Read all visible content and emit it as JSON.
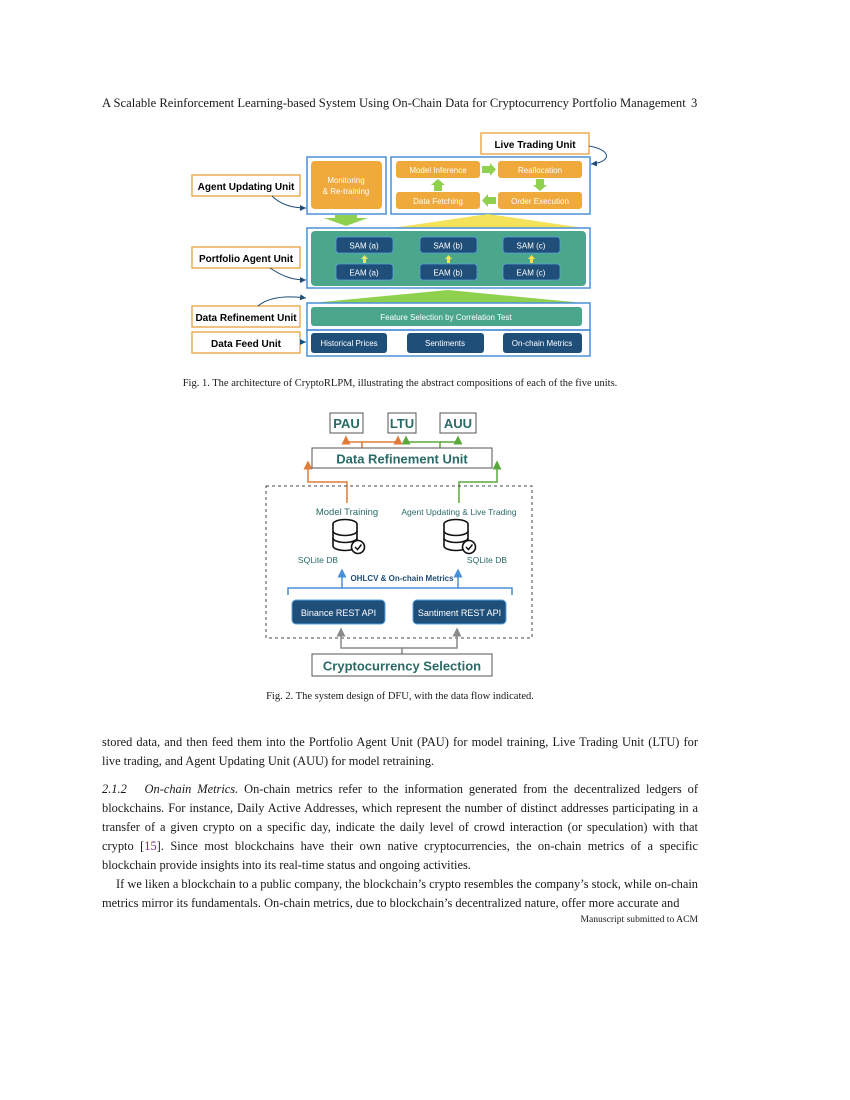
{
  "header": {
    "title": "A Scalable Reinforcement Learning-based System Using On-Chain Data for Cryptocurrency Portfolio Management",
    "page_number": "3"
  },
  "fig1": {
    "live_trading_unit": "Live Trading Unit",
    "agent_updating_unit": "Agent Updating Unit",
    "portfolio_agent_unit": "Portfolio Agent Unit",
    "data_refinement_unit": "Data Refinement Unit",
    "data_feed_unit": "Data Feed Unit",
    "monitoring_line1": "Monitoring",
    "monitoring_line2": "& Re-training",
    "model_inference": "Model Inference",
    "reallocation": "Reallocation",
    "data_fetching": "Data Fetching",
    "order_execution": "Order Execution",
    "sam_a": "SAM (a)",
    "sam_b": "SAM (b)",
    "sam_c": "SAM (c)",
    "eam_a": "EAM (a)",
    "eam_b": "EAM (b)",
    "eam_c": "EAM (c)",
    "feature_selection": "Feature Selection by Correlation Test",
    "historical_prices": "Historical Prices",
    "sentiments": "Sentiments",
    "onchain_metrics": "On-chain Metrics",
    "caption": "Fig. 1.  The architecture of CryptoRLPM, illustrating the abstract compositions of each of the five units."
  },
  "fig2": {
    "pau": "PAU",
    "ltu": "LTU",
    "auu": "AUU",
    "data_refinement_unit": "Data Refinement Unit",
    "model_training": "Model Training",
    "agent_updating_live": "Agent Updating & Live Trading",
    "sqlite_left": "SQLite DB",
    "sqlite_right": "SQLite DB",
    "ohlcv_label": "OHLCV & On-chain Metrics",
    "binance_api": "Binance REST API",
    "santiment_api": "Santiment REST API",
    "crypto_selection": "Cryptocurrency Selection",
    "caption": "Fig. 2.  The system design of DFU, with the data flow indicated."
  },
  "colors": {
    "orange": "#f0a93b",
    "teal": "#4aa78c",
    "navy": "#1f4e79",
    "blue_border": "#4a90d9",
    "dark_teal_text": "#2a6b67",
    "orange_arrow": "#e07b39",
    "green_arrow": "#5aa83c",
    "light_green": "#8fd14f",
    "cite_purple": "#7b2d8e"
  },
  "body": {
    "para1": "stored data, and then feed them into the Portfolio Agent Unit (PAU) for model training, Live Trading Unit (LTU) for live trading, and Agent Updating Unit (AUU) for model retraining.",
    "section_number": "2.1.2",
    "section_title": "On-chain Metrics.",
    "para2_a": "On-chain metrics refer to the information generated from the decentralized ledgers of blockchains. For instance, Daily Active Addresses, which represent the number of distinct addresses participating in a transfer of a given crypto on a specific day, indicate the daily level of crowd interaction (or speculation) with that crypto [",
    "para2_cite": "15",
    "para2_b": "]. Since most blockchains have their own native cryptocurrencies, the on-chain metrics of a specific blockchain provide insights into its real-time status and ongoing activities.",
    "para3": "If we liken a blockchain to a public company, the blockchain’s crypto resembles the company’s stock, while on-chain metrics mirror its fundamentals. On-chain metrics, due to blockchain’s decentralized nature, offer more accurate and"
  },
  "footer": "Manuscript submitted to ACM"
}
